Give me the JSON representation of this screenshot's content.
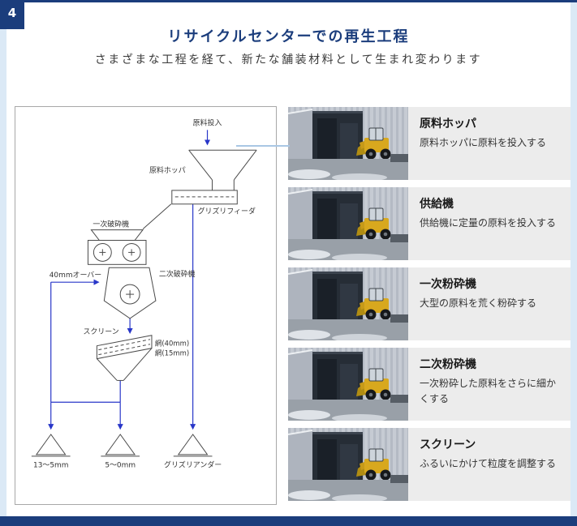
{
  "page": {
    "badge": "4",
    "title": "リサイクルセンターでの再生工程",
    "subtitle": "さまざまな工程を経て、新たな舗装材料として生まれ変わります"
  },
  "colors": {
    "navy": "#1b3d7c",
    "flow_blue": "#2836c8",
    "equipment_line": "#4a4a4a",
    "panel_gray": "#ececec",
    "connector_blue": "#a9c7e4",
    "side_strip_blue": "#dbe9f6"
  },
  "diagram": {
    "input_label": "原料投入",
    "hopper_label": "原料ホッパ",
    "feeder_label": "グリズリフィーダ",
    "primary_crusher_label": "一次破砕機",
    "oversize_label": "40mmオーバー",
    "secondary_crusher_label": "二次破砕機",
    "screen_label": "スクリーン",
    "mesh40_label": "網(40mm)",
    "mesh15_label": "網(15mm)",
    "output1_label": "13〜5mm",
    "output2_label": "5〜0mm",
    "output3_label": "グリズリアンダー"
  },
  "steps": [
    {
      "title": "原料ホッパ",
      "description": "原料ホッパに原料を投入する"
    },
    {
      "title": "供給機",
      "description": "供給機に定量の原料を投入する"
    },
    {
      "title": "一次粉砕機",
      "description": "大型の原料を荒く粉砕する"
    },
    {
      "title": "二次粉砕機",
      "description": "一次粉砕した原料をさらに細かくする"
    },
    {
      "title": "スクリーン",
      "description": "ふるいにかけて粒度を調整する"
    }
  ]
}
